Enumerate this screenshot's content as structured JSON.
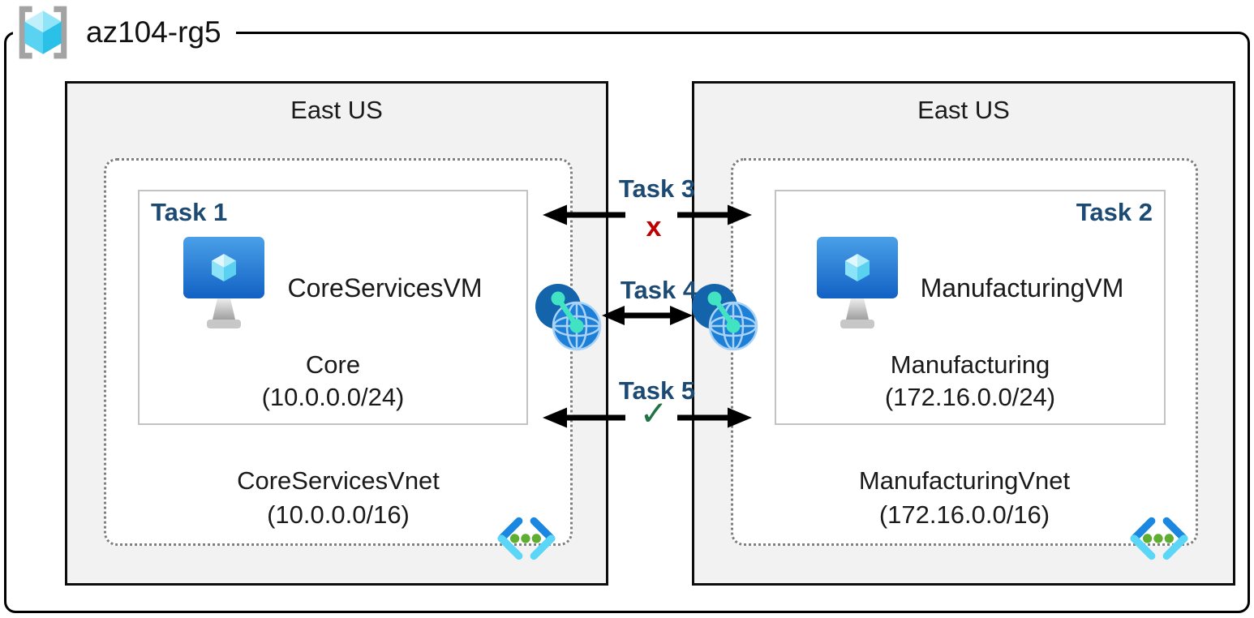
{
  "resource_group": {
    "name": "az104-rg5"
  },
  "regions": [
    {
      "name": "East US",
      "vnet": {
        "name": "CoreServicesVnet",
        "cidr": "(10.0.0.0/16)"
      },
      "subnet": {
        "task_label": "Task 1",
        "vm_name": "CoreServicesVM",
        "name": "Core",
        "cidr": "(10.0.0.0/24)"
      }
    },
    {
      "name": "East US",
      "vnet": {
        "name": "ManufacturingVnet",
        "cidr": "(172.16.0.0/16)"
      },
      "subnet": {
        "task_label": "Task 2",
        "vm_name": "ManufacturingVM",
        "name": "Manufacturing",
        "cidr": "(172.16.0.0/24)"
      }
    }
  ],
  "connections": [
    {
      "label": "Task 3",
      "status": "x"
    },
    {
      "label": "Task 4",
      "status": ""
    },
    {
      "label": "Task 5",
      "status": "✓"
    }
  ],
  "icons": {
    "resource_group": "brackets-cube-icon",
    "virtual_machine": "monitor-cube-icon",
    "virtual_network": "angle-brackets-dots-icon",
    "peering": "linked-globes-icon"
  },
  "colors": {
    "task_label": "#1c4a73",
    "blocked_x": "#c00000",
    "allowed_check": "#217346",
    "region_fill": "#f2f2f2",
    "region_border": "#0d0d0d",
    "vnet_dotted_border": "#7f7f7f",
    "subnet_border": "#c3c3c3",
    "arrow": "#000000"
  }
}
